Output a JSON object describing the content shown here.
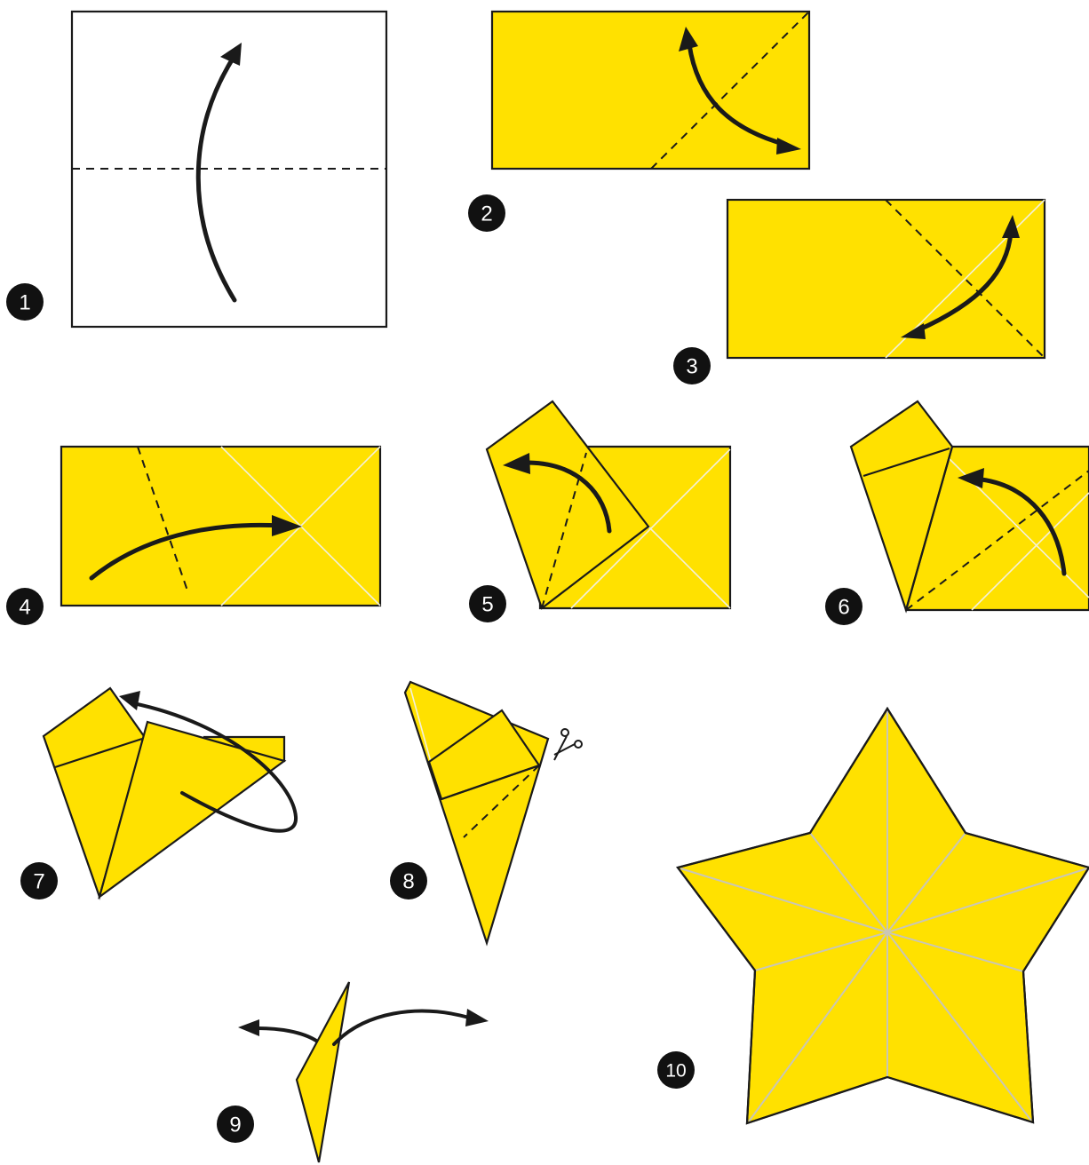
{
  "steps": [
    {
      "number": "1"
    },
    {
      "number": "2"
    },
    {
      "number": "3"
    },
    {
      "number": "4"
    },
    {
      "number": "5"
    },
    {
      "number": "6"
    },
    {
      "number": "7"
    },
    {
      "number": "8"
    },
    {
      "number": "9"
    },
    {
      "number": "10"
    }
  ],
  "colors": {
    "paper": "#ffe100",
    "outline": "#1a1a1a",
    "crease": "#c9c6b6",
    "background": "#ffffff"
  },
  "icons": [
    "fold-arrow-icon",
    "scissors-icon"
  ]
}
